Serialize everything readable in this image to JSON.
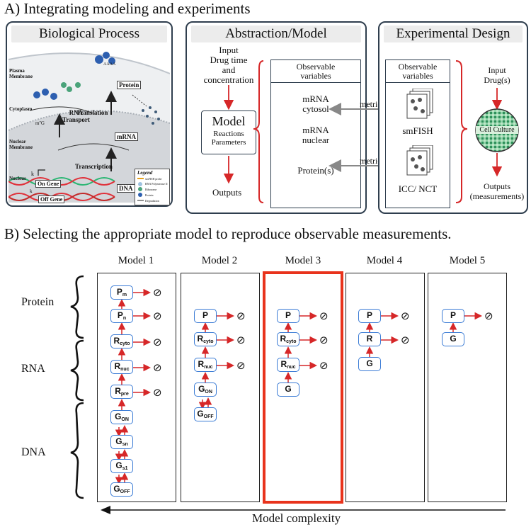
{
  "sectionA": {
    "title": "A) Integrating modeling and experiments",
    "bio": {
      "header": "Biological Process",
      "plasma_membrane": "Plasma\nMembrane",
      "cytoplasm": "Cytoplasm",
      "nuclear_membrane": "Nuclear\nMembrane",
      "nucleus": "Nucleus",
      "rna_transport": "RNA\nTransport",
      "translation": "Translation",
      "transcription": "Transcription",
      "protein": "Protein",
      "mrna": "mRNA",
      "dna": "DNA",
      "on_gene": "On Gene",
      "off_gene": "Off Gene",
      "k_on": "k",
      "k_off": "k",
      "cap": "m⁷G",
      "polya": "AAAA",
      "legend": {
        "title": "Legend",
        "items": [
          "smFISH probe",
          "RNA Polymerase II",
          "Ribosome",
          "Protein",
          "Degradation"
        ]
      }
    },
    "abstraction": {
      "header": "Abstraction/Model",
      "input_text": "Input\nDrug time\nand\nconcentration",
      "model_title": "Model",
      "model_sub": "Reactions\nParameters",
      "outputs": "Outputs",
      "obs_header": "Observable\nvariables",
      "obs_items": [
        "mRNA\ncytosol",
        "mRNA\nnuclear",
        "Protein(s)"
      ]
    },
    "metric_labels": [
      "metric",
      "metric"
    ],
    "experimental": {
      "header": "Experimental Design",
      "obs_header": "Observable\nvariables",
      "smfish": "smFISH",
      "icc": "ICC/ NCT",
      "input": "Input\nDrug(s)",
      "cell_culture": "Cell Culture",
      "outputs": "Outputs\n(measurements)"
    }
  },
  "sectionB": {
    "title": "B) Selecting the appropriate model to reproduce observable measurements.",
    "categories": [
      "Protein",
      "RNA",
      "DNA"
    ],
    "models": [
      "Model 1",
      "Model 2",
      "Model 3",
      "Model 4",
      "Model 5"
    ],
    "complexity_label": "Model complexity",
    "null_symbol": "⊘",
    "highlight_color": "#e8331c",
    "node_border_color": "#3a7bd5"
  }
}
